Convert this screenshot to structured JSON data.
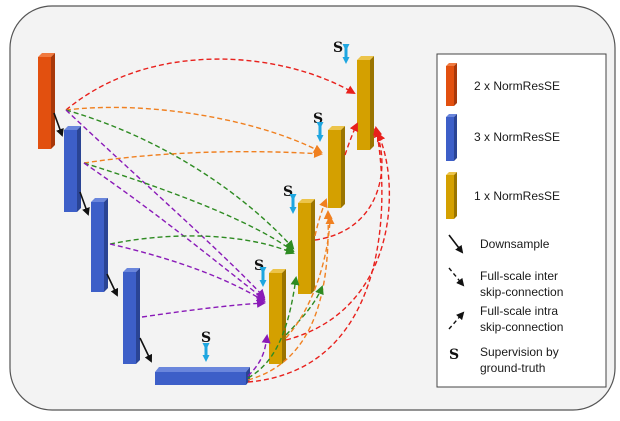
{
  "colors": {
    "orange_block": "#e2500f",
    "blue_block": "#3d5fc8",
    "gold_block": "#d4a000",
    "inter_red": "#e8201c",
    "inter_orange": "#f08020",
    "inter_green": "#2e8b22",
    "inter_purple": "#8a1ab8",
    "supervision_arrow": "#1ea6e0",
    "frame_background": "#f3f3f3"
  },
  "legend": {
    "items": [
      {
        "label": "2 x NormResSE",
        "icon": "orange-block-icon"
      },
      {
        "label": "3 x NormResSE",
        "icon": "blue-block-icon"
      },
      {
        "label": "1 x NormResSE",
        "icon": "gold-block-icon"
      }
    ],
    "downsample": {
      "label": "Downsample",
      "icon": "downsample-arrow-icon"
    },
    "inter": {
      "line1": "Full-scale inter",
      "line2": "skip-connection",
      "icon": "dashed-inter-arrow-icon"
    },
    "intra": {
      "line1": "Full-scale intra",
      "line2": "skip-connection",
      "icon": "dashed-intra-arrow-icon"
    },
    "supervision": {
      "symbol": "S",
      "line1": "Supervision by",
      "line2": "ground-truth"
    }
  },
  "supervision_marks": [
    "S",
    "S",
    "S",
    "S",
    "S"
  ]
}
